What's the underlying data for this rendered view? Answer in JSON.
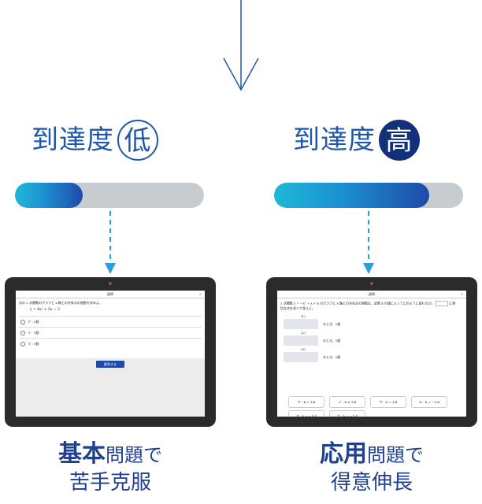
{
  "low": {
    "heading": "到達度",
    "badge": "低",
    "progress_fraction": 0.36,
    "tablet": {
      "header": "説明",
      "question": "次の 2 次関数のグラフと x 軸との共有点の個数を求めよ。",
      "formula": "y = 4x² + 5x − 3",
      "options": [
        "ア : 2個",
        "イ : 1個",
        "ウ : 0個"
      ],
      "submit_label": "解答する"
    },
    "caption": {
      "bold": "基本",
      "rest": "問題で",
      "line2": "苦手克服"
    }
  },
  "high": {
    "heading": "到達度",
    "badge": "高",
    "progress_fraction": 0.82,
    "tablet": {
      "header": "説明",
      "question_a": "2 次関数 y = −x² + x + k のグラフと x 軸との共有点の個数は、定数 k の値によってどのように変わるか。",
      "question_end": "に適",
      "question_b": "切な式を並べて答えよ。",
      "blanks": [
        {
          "label": "(1)",
          "suffix": "のとき、2個"
        },
        {
          "label": "(2)",
          "suffix": "のとき、1個"
        },
        {
          "label": "(3)",
          "suffix": "のとき、0個"
        }
      ],
      "choices": [
        "ア : k > 1/4",
        "イ : k ≥ 1/4",
        "ウ : k = 1/4",
        "エ : k = −1/4",
        "オ : k > −1/4",
        "カ : k < −1/4"
      ]
    },
    "caption": {
      "bold": "応用",
      "rest": "問題で",
      "line2": "得意伸長"
    }
  },
  "colors": {
    "primary": "#1f58a8",
    "dark_badge": "#13307a",
    "bar_track": "#c7ccd1",
    "bar_gradient_start": "#1fb8d8",
    "bar_gradient_end": "#1f4aa8",
    "dashed_arrow": "#2a9fd8"
  }
}
